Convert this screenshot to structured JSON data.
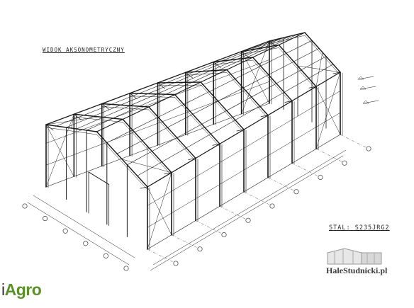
{
  "drawing": {
    "view_title": "WIDOK AKSONOMETRYCZNY",
    "steel_label": "STAL: S235JRG2",
    "watermark_site": "HaleStudnicki.pl",
    "corner_logo": {
      "prefix": "i",
      "name": "Agro"
    }
  },
  "colors": {
    "line": "#1a1a1a",
    "accent": "#5a8f2a"
  }
}
